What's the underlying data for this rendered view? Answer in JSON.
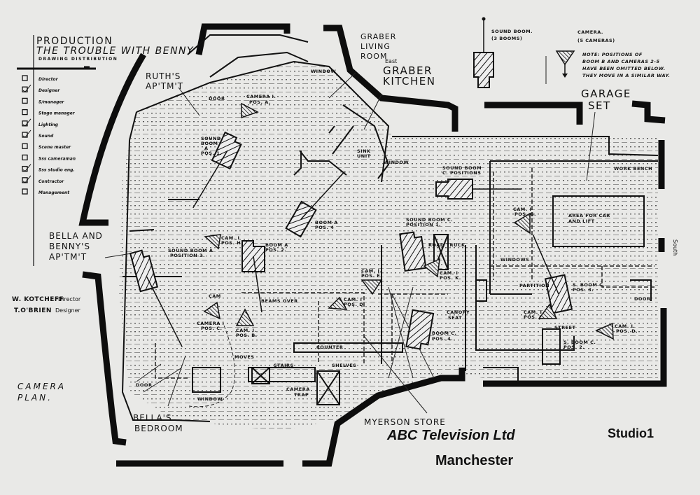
{
  "header": {
    "production_label": "PRODUCTION",
    "show_title": "THE TROUBLE WITH BENNY",
    "distribution_label": "DRAWING DISTRIBUTION"
  },
  "distribution": [
    {
      "label": "Director",
      "checked": false
    },
    {
      "label": "Designer",
      "checked": true
    },
    {
      "label": "S/manager",
      "checked": false
    },
    {
      "label": "Stage manager",
      "checked": false
    },
    {
      "label": "Lighting",
      "checked": true
    },
    {
      "label": "Sound",
      "checked": true
    },
    {
      "label": "Scene master",
      "checked": false
    },
    {
      "label": "Sss cameraman",
      "checked": false
    },
    {
      "label": "Sss studio eng.",
      "checked": true
    },
    {
      "label": "Contractor",
      "checked": true
    },
    {
      "label": "Management",
      "checked": false
    }
  ],
  "credits": {
    "director_name": "W. KOTCHEFF",
    "director_role": "Director",
    "designer_name": "T.O'BRIEN",
    "designer_role": "Designer"
  },
  "legend": {
    "boom_label": "SOUND BOOM.",
    "boom_count": "(3 BOOMS)",
    "camera_label": "CAMERA.",
    "camera_count": "(5 CAMERAS)",
    "note": [
      "NOTE: POSITIONS OF",
      "BOOM B AND CAMERAS 2-5",
      "HAVE BEEN OMITTED BELOW.",
      "THEY MOVE IN A SIMILAR WAY."
    ]
  },
  "rooms": [
    "GRABER",
    "LIVING",
    "ROOM",
    "East",
    "GRABER",
    "KITCHEN",
    "RUTH'S",
    "AP'TM'T",
    "GARAGE",
    "SET",
    "BELLA AND",
    "BENNY'S",
    "AP'TM'T",
    "BELLA'S",
    "BEDROOM",
    "MYERSON STORE",
    "CAMERA",
    "PLAN.",
    "South"
  ],
  "annotations": [
    "CAMERA I.",
    "POS. A.",
    "SOUND",
    "BOOM",
    "A",
    "POS. 1.",
    "WINDOW",
    "DOOR",
    "SINK",
    "UNIT",
    "WINDOW",
    "BOOM A",
    "POS. 4",
    "SOUND BOOM",
    "C. POSITIONS",
    "WORK BENCH",
    "AREA FOR CAR",
    "AND LIFT",
    "SOUND BOOM C.",
    "POSITION 1.",
    "ROAD TRUCK",
    "CAM. I",
    "POS. K.",
    "SOUND BOOM A",
    "POSITION 3.",
    "CAM. I",
    "POS. H.",
    "BOOM A",
    "POS. 2.",
    "CAM. I.",
    "POS. E.",
    "BEAMS OVER",
    "CAM. I",
    "POS. D",
    "CAMERA I",
    "POS. C.",
    "CAM. I.",
    "POS. B.",
    "CAM",
    "MOVES",
    "COUNTER",
    "STAIRS",
    "SHELVES",
    "CAMERA",
    "TRAP",
    "WINDOW",
    "DOOR",
    "WINDOWS",
    "PARTITION",
    "S. BOOM C.",
    "POS. 3.",
    "CAM. I",
    "POS. J.",
    "STREET",
    "CAM. I.",
    "POS. D.",
    "S. BOOM C.",
    "POS. 2.",
    "CANOPY",
    "SEAT",
    "BOOM C.",
    "POS. 4.",
    "CAM. I",
    "POS. G.",
    "DOOR"
  ],
  "footer": {
    "company": "ABC Television Ltd",
    "city": "Manchester",
    "studio": "Studio1"
  }
}
